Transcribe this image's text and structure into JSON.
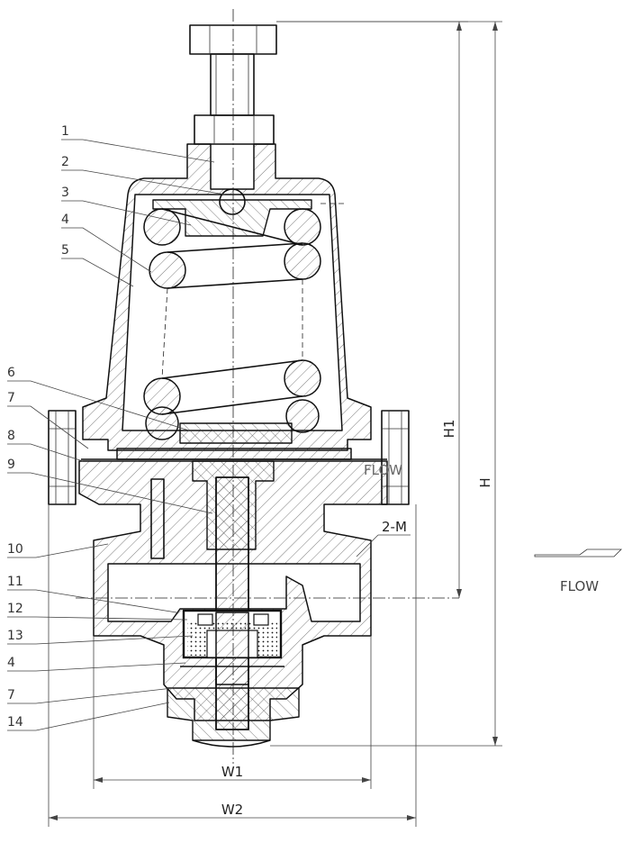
{
  "part_labels": [
    {
      "id": "1",
      "text": "1"
    },
    {
      "id": "2",
      "text": "2"
    },
    {
      "id": "3",
      "text": "3"
    },
    {
      "id": "4a",
      "text": "4"
    },
    {
      "id": "5",
      "text": "5"
    },
    {
      "id": "6",
      "text": "6"
    },
    {
      "id": "7a",
      "text": "7"
    },
    {
      "id": "8",
      "text": "8"
    },
    {
      "id": "9",
      "text": "9"
    },
    {
      "id": "10",
      "text": "10"
    },
    {
      "id": "11",
      "text": "11"
    },
    {
      "id": "12",
      "text": "12"
    },
    {
      "id": "13",
      "text": "13"
    },
    {
      "id": "4b",
      "text": "4"
    },
    {
      "id": "7b",
      "text": "7"
    },
    {
      "id": "14",
      "text": "14"
    }
  ],
  "dimensions": {
    "h1": "H1",
    "h": "H",
    "w1": "W1",
    "w2": "W2",
    "port": "2-M"
  },
  "flow": {
    "inner_label": "FLOW",
    "outer_label": "FLOW"
  }
}
